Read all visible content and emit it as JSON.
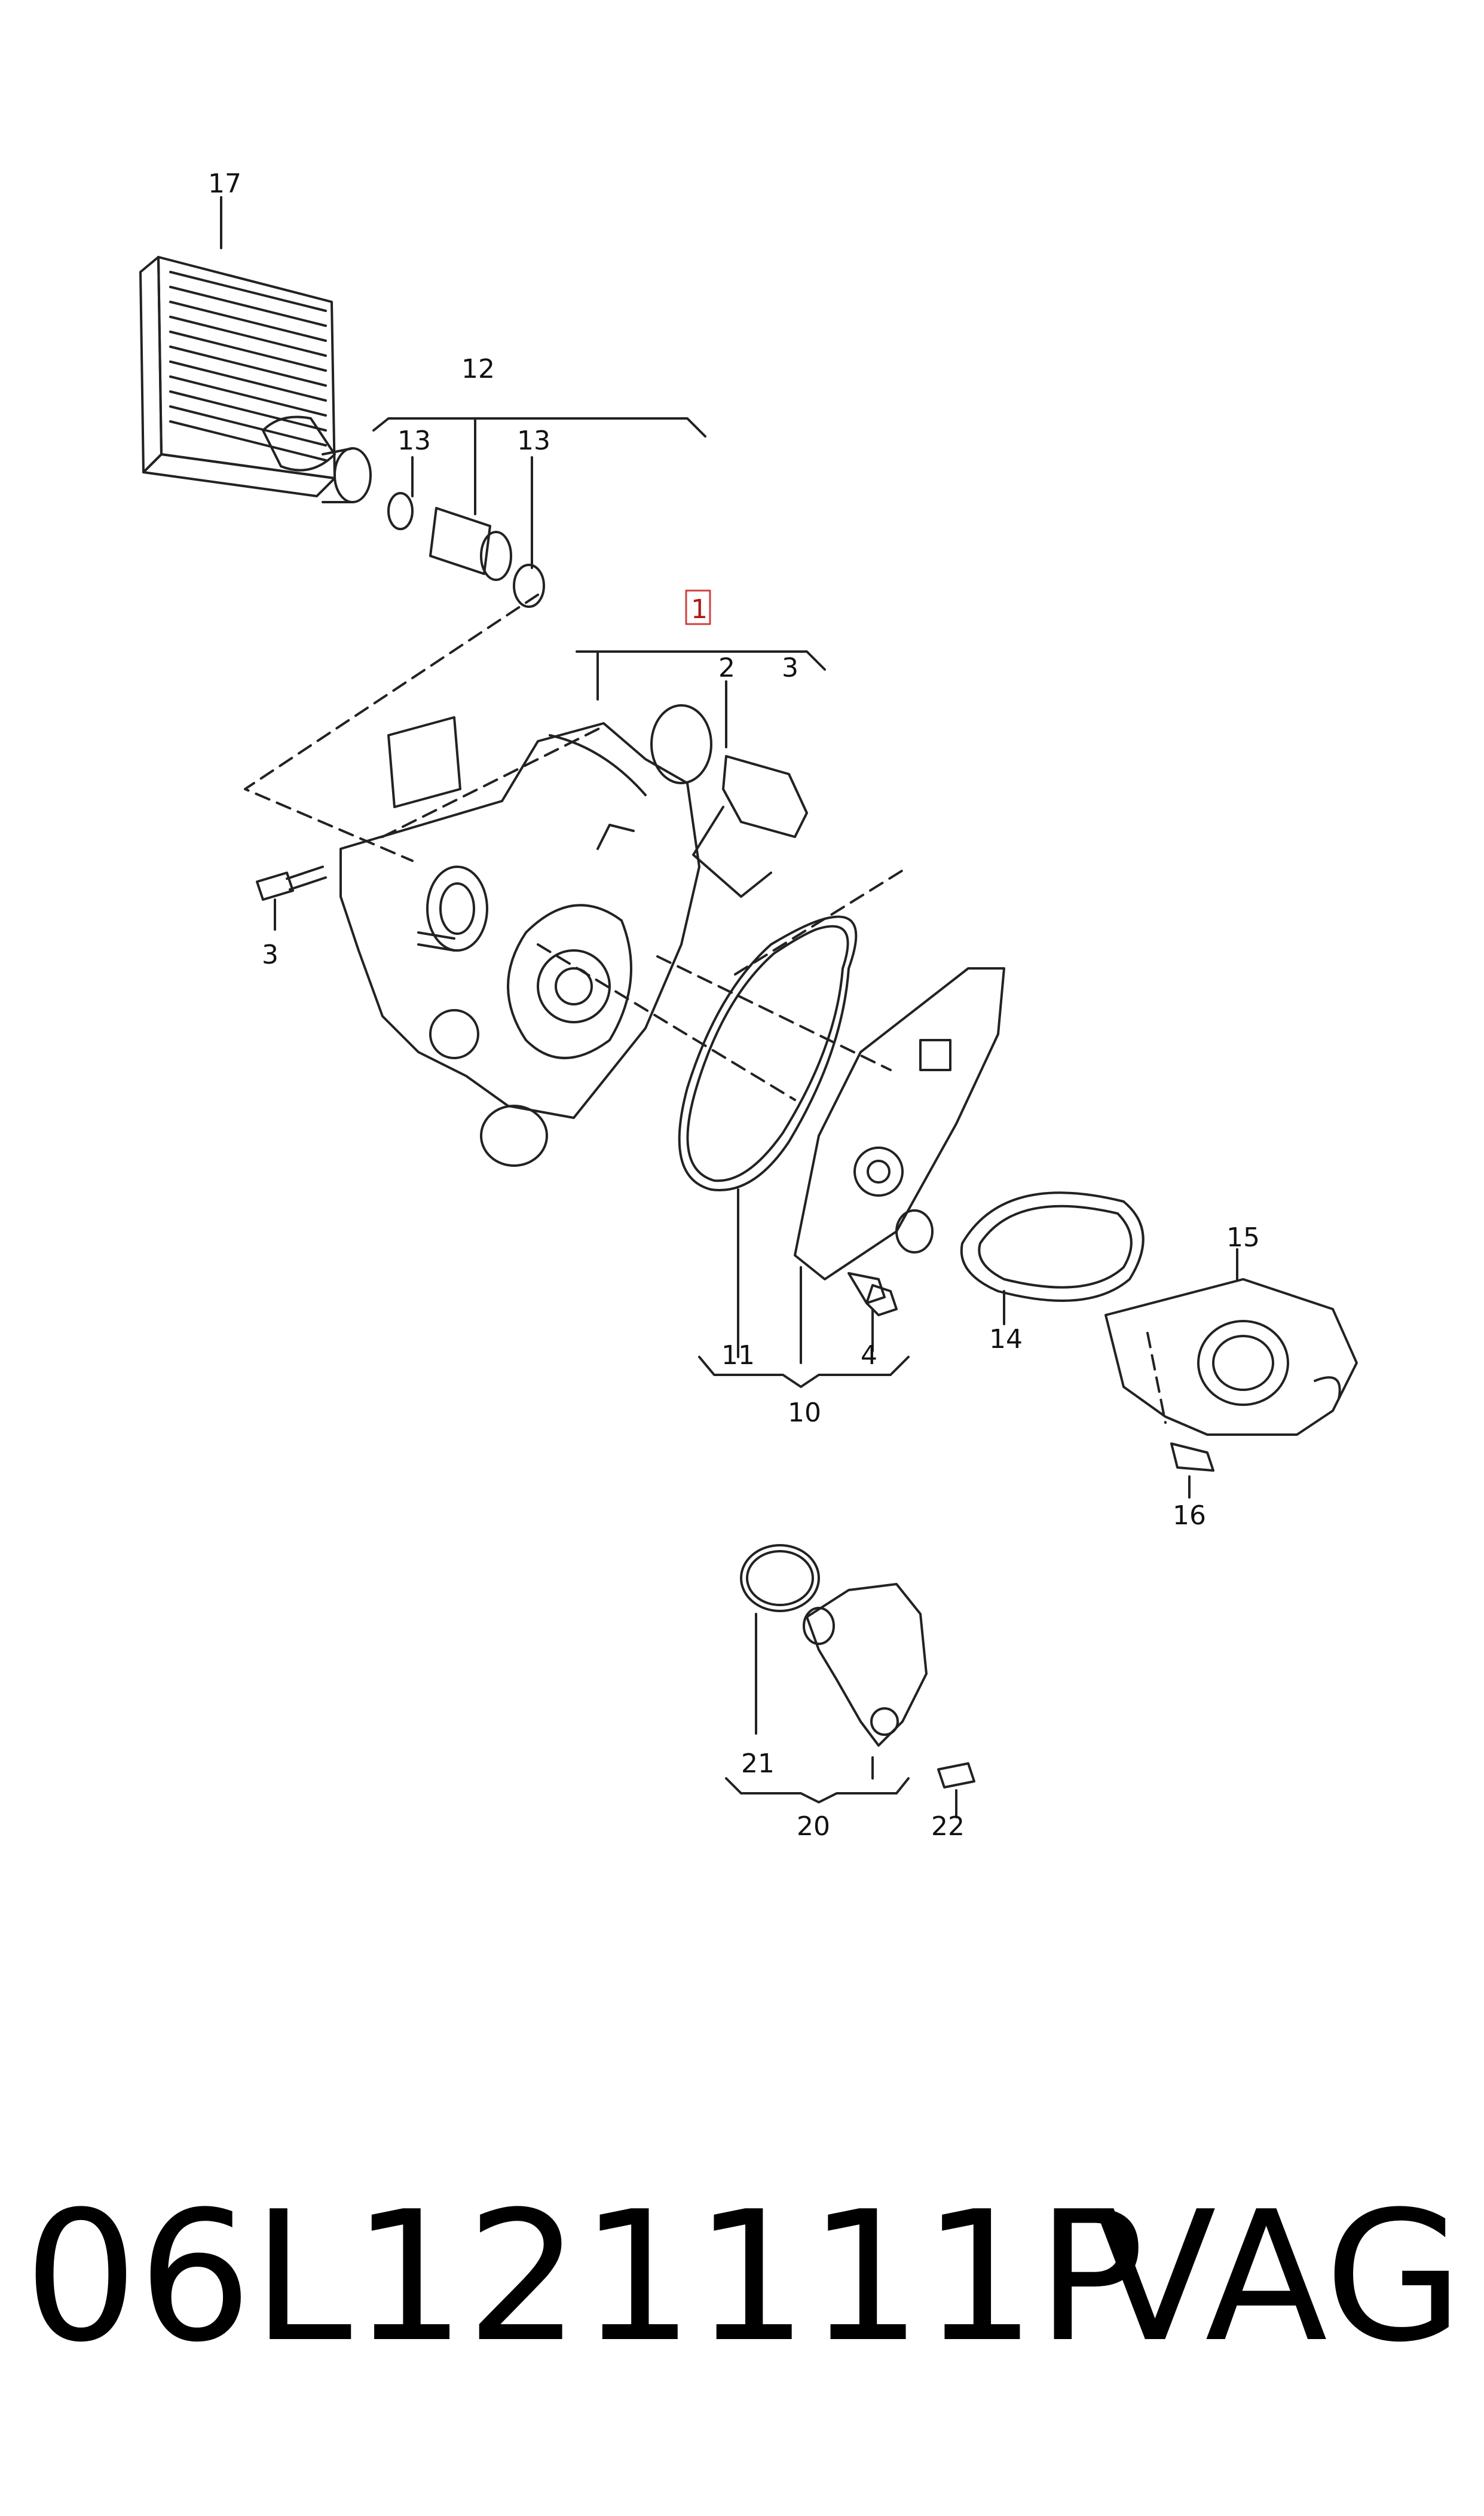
{
  "callouts": {
    "c1": "1",
    "c2": "2",
    "c3": "3",
    "c3b": "3",
    "c4": "4",
    "c10": "10",
    "c11": "11",
    "c12": "12",
    "c13a": "13",
    "c13b": "13",
    "c14": "14",
    "c15": "15",
    "c16": "16",
    "c17": "17",
    "c20": "20",
    "c21": "21",
    "c22": "22"
  },
  "footer": {
    "part_number": "06L121111P",
    "brand": "VAG"
  },
  "colors": {
    "line": "#222222",
    "highlight": "#d04040"
  }
}
